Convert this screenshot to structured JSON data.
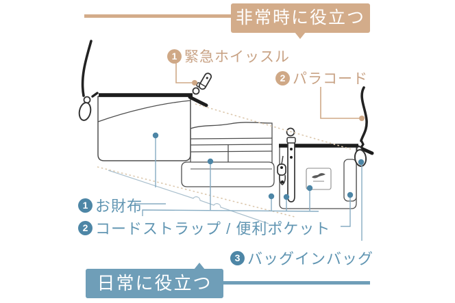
{
  "colors": {
    "tan": "#d3ac8a",
    "tan-text": "#c8a284",
    "blue": "#6f9eb8",
    "blue-text": "#6095b2",
    "dot-blue": "#4d86a6",
    "line-blue": "#85abc2",
    "line-tan": "#cfa886",
    "dotted-tan": "#dcc8ad",
    "ink": "#1d1d1d",
    "outline": "#4d4d4d"
  },
  "emergency_section": {
    "banner_label": "非常時に役立つ",
    "items": [
      {
        "num": "1",
        "label": "緊急ホイッスル"
      },
      {
        "num": "2",
        "label": "パラコード"
      }
    ]
  },
  "daily_section": {
    "banner_label": "日常に役立つ",
    "items": [
      {
        "num": "1",
        "label": "お財布"
      },
      {
        "num": "2",
        "label": "コードストラップ / 便利ポケット"
      },
      {
        "num": "3",
        "label": "バッグインバッグ"
      }
    ]
  }
}
